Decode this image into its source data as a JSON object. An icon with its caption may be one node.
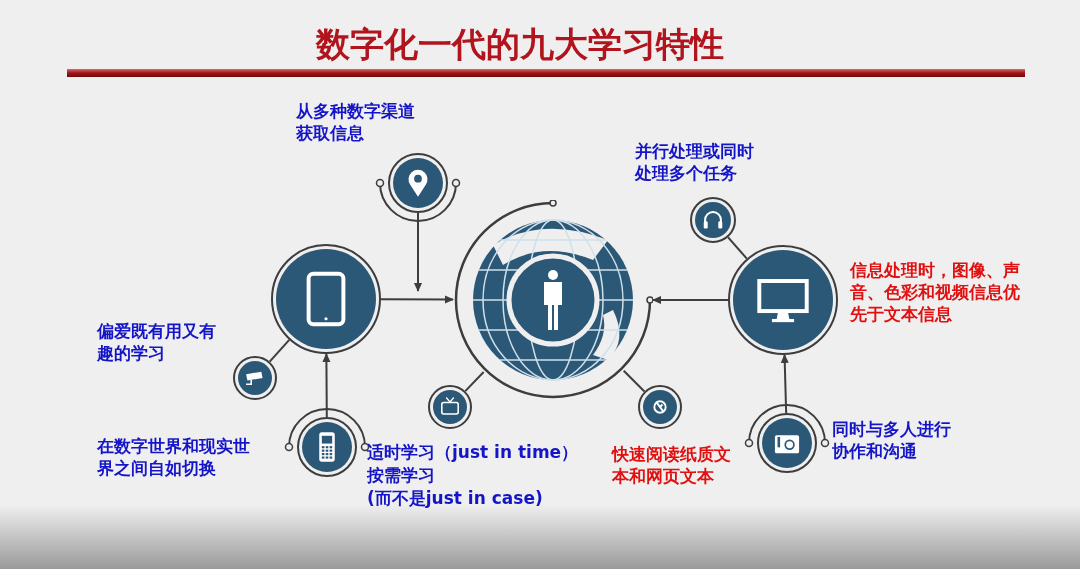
{
  "diagram": {
    "title": "数字化一代的九大学习特性",
    "nodes": [
      {
        "text": [],
        "shape": "circle",
        "beside": [
          "从多种数字渠道获取信息"
        ]
      },
      {
        "text": [],
        "shape": "circle"
      },
      {
        "text": [],
        "shape": "picture"
      },
      {
        "text": [],
        "shape": "circle",
        "beside": [
          "偏爱既有用又有趣的学习"
        ]
      },
      {
        "text": [],
        "shape": "circle",
        "beside": [
          "在数字世界和现实世界之间自如切换"
        ]
      },
      {
        "text": [],
        "shape": "circle",
        "beside": [
          "适时学习（just in time）",
          "按需学习",
          "(而不是just in case)"
        ]
      },
      {
        "text": [],
        "shape": "circle",
        "beside": [
          "快速阅读纸质文本和网页文本"
        ]
      },
      {
        "text": [],
        "shape": "circle",
        "beside": [
          "并行处理或同时处理多个任务"
        ]
      },
      {
        "text": [],
        "shape": "circle",
        "beside": [
          "信息处理时，图像、声音、色彩和视频信息优先于文本信息"
        ]
      },
      {
        "text": [],
        "shape": "circle",
        "beside": [
          "同时与多人进行协作和沟通"
        ]
      }
    ],
    "edges": [
      {
        "from": 0,
        "to": null,
        "arrow": "to"
      },
      {
        "from": 1,
        "to": 2,
        "arrow": "to"
      },
      {
        "from": 3,
        "to": 1,
        "arrow": "none"
      },
      {
        "from": 4,
        "to": 1,
        "arrow": "to"
      },
      {
        "from": 5,
        "to": 2,
        "arrow": "none"
      },
      {
        "from": 6,
        "to": 2,
        "arrow": "none"
      },
      {
        "from": 8,
        "to": 2,
        "arrow": "to"
      },
      {
        "from": 7,
        "to": 8,
        "arrow": "none"
      },
      {
        "from": 9,
        "to": 8,
        "arrow": "to"
      }
    ]
  }
}
